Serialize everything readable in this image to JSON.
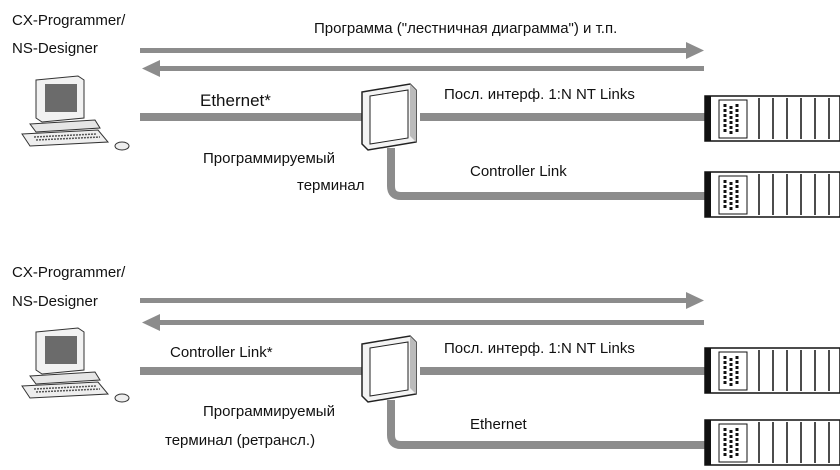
{
  "top": {
    "software_line1": "CX-Programmer/",
    "software_line2": "NS-Designer",
    "arrow_caption": "Программа (\"лестничная диаграмма\") и т.п.",
    "pc_network": "Ethernet*",
    "terminal_line1": "Программируемый",
    "terminal_line2": "терминал",
    "upper_link": "Посл. интерф. 1:N NT Links",
    "lower_link": "Controller Link"
  },
  "bottom": {
    "software_line1": "CX-Programmer/",
    "software_line2": "NS-Designer",
    "pc_network": "Controller Link*",
    "terminal_line1": "Программируемый",
    "terminal_line2": "терминал (ретрансл.)",
    "upper_link": "Посл. интерф. 1:N NT Links",
    "lower_link": "Ethernet"
  },
  "colors": {
    "line": "#8c8c8c",
    "device_outline": "#1a1a1a",
    "pc_body": "#f2f2f2",
    "pc_screen": "#6b6b6b"
  },
  "icons": {
    "pc": "desktop-computer-icon",
    "terminal": "programmable-terminal-icon",
    "plc": "plc-rack-icon"
  }
}
